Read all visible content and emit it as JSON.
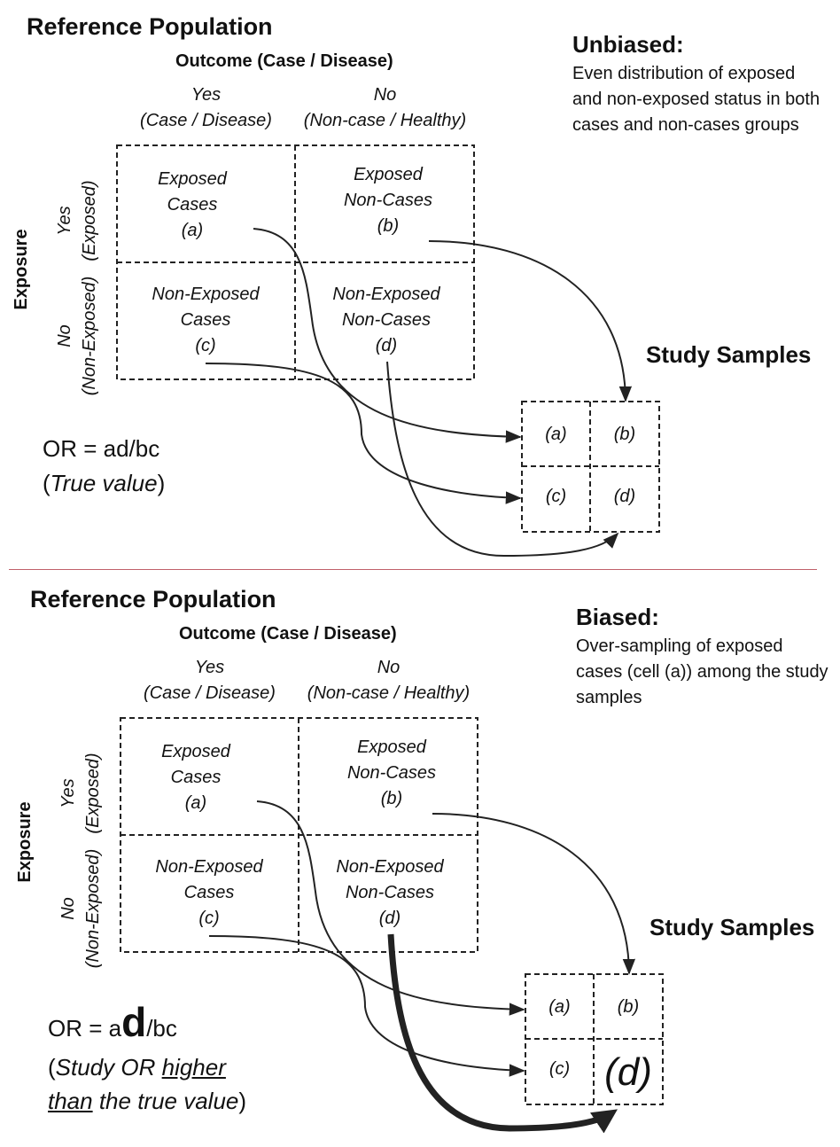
{
  "top": {
    "title": "Reference Population",
    "outcome_header": "Outcome (Case / Disease)",
    "col_yes": [
      "Yes",
      "(Case / Disease)"
    ],
    "col_no": [
      "No",
      "(Non-case / Healthy)"
    ],
    "exposure_label": "Exposure",
    "row_yes": [
      "Yes",
      "(Exposed)"
    ],
    "row_no": [
      "No",
      "(Non-Exposed)"
    ],
    "cells": {
      "a": [
        "Exposed",
        "Cases",
        "(a)"
      ],
      "b": [
        "Exposed",
        "Non-Cases",
        "(b)"
      ],
      "c": [
        "Non-Exposed",
        "Cases",
        "(c)"
      ],
      "d": [
        "Non-Exposed",
        "Non-Cases",
        "(d)"
      ]
    },
    "side_title": "Unbiased:",
    "side_desc": "Even distribution of exposed and non-exposed status in both cases and non-cases groups",
    "study_title": "Study Samples",
    "samples": {
      "a": "(a)",
      "b": "(b)",
      "c": "(c)",
      "d": "(d)"
    },
    "or_formula": "OR = ad/bc",
    "or_note_open": "(",
    "or_note_italic": "True value",
    "or_note_close": ")"
  },
  "bottom": {
    "title": "Reference Population",
    "outcome_header": "Outcome (Case / Disease)",
    "col_yes": [
      "Yes",
      "(Case / Disease)"
    ],
    "col_no": [
      "No",
      "(Non-case / Healthy)"
    ],
    "exposure_label": "Exposure",
    "row_yes": [
      "Yes",
      "(Exposed)"
    ],
    "row_no": [
      "No",
      "(Non-Exposed)"
    ],
    "cells": {
      "a": [
        "Exposed",
        "Cases",
        "(a)"
      ],
      "b": [
        "Exposed",
        "Non-Cases",
        "(b)"
      ],
      "c": [
        "Non-Exposed",
        "Cases",
        "(c)"
      ],
      "d": [
        "Non-Exposed",
        "Non-Cases",
        "(d)"
      ]
    },
    "side_title": "Biased:",
    "side_desc": "Over-sampling of exposed cases (cell (a)) among the study samples",
    "study_title": "Study Samples",
    "samples": {
      "a": "(a)",
      "b": "(b)",
      "c": "(c)",
      "d": "(d)"
    },
    "or_prefix": "OR = a",
    "or_big": "d",
    "or_suffix": "/bc",
    "note_open": "(",
    "note_1": "Study OR ",
    "note_2": "higher",
    "note_3": "than",
    "note_4": " the true value",
    "note_close": ")"
  },
  "colors": {
    "divider": "#c0606a",
    "line": "#222222"
  }
}
